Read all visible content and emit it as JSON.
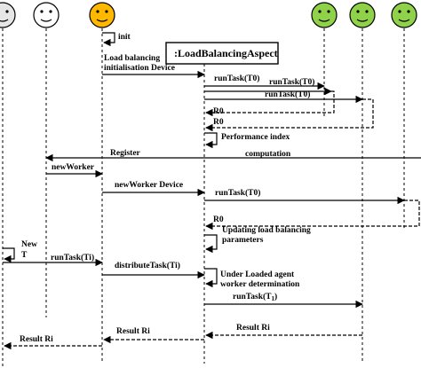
{
  "actors": [
    {
      "id": "a1",
      "icon": "grey-face-icon",
      "color": "#e6e6e6"
    },
    {
      "id": "a2",
      "icon": "white-face-icon",
      "color": "#ffffff"
    },
    {
      "id": "a3",
      "icon": "orange-face-icon",
      "color": "#ffb800"
    },
    {
      "id": "a4",
      "icon": "green-face-icon",
      "color": "#8fd24a"
    },
    {
      "id": "a5",
      "icon": "green-face-icon",
      "color": "#8fd24a"
    },
    {
      "id": "a6",
      "icon": "green-face-icon",
      "color": "#8fd24a"
    }
  ],
  "aspect": {
    "label": ":LoadBalancingAspect"
  },
  "messages": {
    "init": "init",
    "lb_init_1": "Load balancing",
    "lb_init_2": "initialisation Device",
    "run_t0_a": "runTask(T0)",
    "run_t0_b": "runTask(T0)",
    "run_t0_c": "runTask(T0)",
    "r0_a": "R0",
    "r0_b": "R0",
    "perf_index": "Performance   index",
    "register": "Register",
    "computation": "computation",
    "new_worker": "newWorker",
    "new_worker_device": "newWorker Device",
    "run_t0_d": "runTask(T0)",
    "r0_c": "R0",
    "updating_1": "Updating load balancing",
    "updating_2": "parameters",
    "new_1": "New",
    "new_2": "T",
    "run_ti": "runTask(Ti)",
    "distribute": "distributeTask(Ti)",
    "under_loaded_1": "Under Loaded agent",
    "under_loaded_2": "worker determination",
    "run_t1": "runTask(T",
    "run_t1_sub": "1",
    "run_t1_end": ")",
    "result_ri_a": "Result Ri",
    "result_ri_b": "Result Ri",
    "result_ri_c": "Result Ri"
  }
}
